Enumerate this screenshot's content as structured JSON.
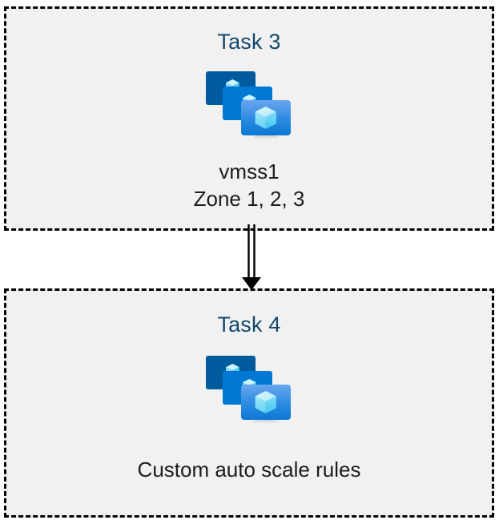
{
  "diagram": {
    "type": "flow",
    "background_color": "#ffffff",
    "box_fill_color": "#f1f1f1",
    "box_border_color": "#000000",
    "box_border_style": "dashed",
    "title_color": "#14496b",
    "caption_color": "#1c1c1c",
    "connector_color": "#000000",
    "nodes": [
      {
        "id": "task-3",
        "title": "Task 3",
        "icon": "azure-virtual-machine-scale-set-icon",
        "caption_lines": [
          "vmss1",
          "Zone 1, 2, 3"
        ]
      },
      {
        "id": "task-4",
        "title": "Task 4",
        "icon": "azure-virtual-machine-scale-set-icon",
        "caption_lines": [
          "Custom auto scale rules"
        ]
      }
    ],
    "connectors": [
      {
        "id": "task3-to-task4",
        "from": "task-3",
        "to": "task-4",
        "style": "double-line-arrow",
        "direction": "down"
      }
    ]
  },
  "icon_palette": {
    "monitor_back": "#005a9e",
    "monitor_mid": "#0078d4",
    "monitor_front_top": "#5ea0ef",
    "monitor_front_bottom": "#0f7ad8",
    "cube_light": "#c3f1fb",
    "cube_mid": "#76dcf8",
    "cube_dark": "#50d5f5",
    "stand_top": "#8f8f8f",
    "stand_bottom": "#e6e6e6"
  }
}
